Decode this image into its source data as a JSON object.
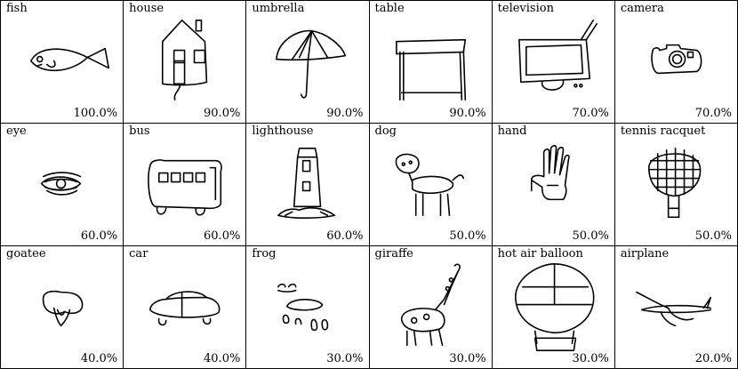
{
  "cells": [
    {
      "label": "fish",
      "score": "100.0%",
      "icon": "fish-sketch"
    },
    {
      "label": "house",
      "score": "90.0%",
      "icon": "house-sketch"
    },
    {
      "label": "umbrella",
      "score": "90.0%",
      "icon": "umbrella-sketch"
    },
    {
      "label": "table",
      "score": "90.0%",
      "icon": "table-sketch"
    },
    {
      "label": "television",
      "score": "70.0%",
      "icon": "television-sketch"
    },
    {
      "label": "camera",
      "score": "70.0%",
      "icon": "camera-sketch"
    },
    {
      "label": "eye",
      "score": "60.0%",
      "icon": "eye-sketch"
    },
    {
      "label": "bus",
      "score": "60.0%",
      "icon": "bus-sketch"
    },
    {
      "label": "lighthouse",
      "score": "60.0%",
      "icon": "lighthouse-sketch"
    },
    {
      "label": "dog",
      "score": "50.0%",
      "icon": "dog-sketch"
    },
    {
      "label": "hand",
      "score": "50.0%",
      "icon": "hand-sketch"
    },
    {
      "label": "tennis racquet",
      "score": "50.0%",
      "icon": "tennis-racquet-sketch"
    },
    {
      "label": "goatee",
      "score": "40.0%",
      "icon": "goatee-sketch"
    },
    {
      "label": "car",
      "score": "40.0%",
      "icon": "car-sketch"
    },
    {
      "label": "frog",
      "score": "30.0%",
      "icon": "frog-sketch"
    },
    {
      "label": "giraffe",
      "score": "30.0%",
      "icon": "giraffe-sketch"
    },
    {
      "label": "hot air balloon",
      "score": "30.0%",
      "icon": "hot-air-balloon-sketch"
    },
    {
      "label": "airplane",
      "score": "20.0%",
      "icon": "airplane-sketch"
    }
  ]
}
